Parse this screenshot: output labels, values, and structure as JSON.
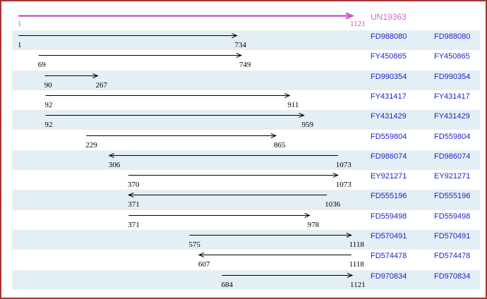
{
  "colors": {
    "frame_border": "#a93333",
    "stripe_fill": "#e3eff4",
    "reference_arrow": "#c45fc4",
    "reference_text": "#c86fc8",
    "reference_pos_text": "#b75ab7",
    "alignment_arrow": "#000000",
    "accession_link": "#2222cc",
    "position_text": "#000000"
  },
  "chart_data": {
    "type": "bar",
    "subtype": "horizontal-interval-spans",
    "title": "",
    "x_range": [
      1,
      1121
    ],
    "grid": false,
    "reference": {
      "name": "UN19363",
      "start": 1,
      "end": 1121,
      "start_label": "1",
      "end_label": "1121",
      "direction": "forward"
    },
    "series": [
      {
        "name": "FD988080",
        "start": 1,
        "end": 734,
        "direction": "forward"
      },
      {
        "name": "FY450865",
        "start": 69,
        "end": 749,
        "direction": "forward"
      },
      {
        "name": "FD990354",
        "start": 90,
        "end": 267,
        "direction": "forward"
      },
      {
        "name": "FY431417",
        "start": 92,
        "end": 911,
        "direction": "forward"
      },
      {
        "name": "FY431429",
        "start": 92,
        "end": 959,
        "direction": "forward"
      },
      {
        "name": "FD559804",
        "start": 229,
        "end": 865,
        "direction": "forward"
      },
      {
        "name": "FD986074",
        "start": 306,
        "end": 1073,
        "direction": "reverse"
      },
      {
        "name": "EY921271",
        "start": 370,
        "end": 1073,
        "direction": "forward"
      },
      {
        "name": "FD555196",
        "start": 371,
        "end": 1036,
        "direction": "reverse"
      },
      {
        "name": "FD559498",
        "start": 371,
        "end": 978,
        "direction": "forward"
      },
      {
        "name": "FD570491",
        "start": 575,
        "end": 1118,
        "direction": "forward"
      },
      {
        "name": "FD574478",
        "start": 607,
        "end": 1118,
        "direction": "reverse"
      },
      {
        "name": "FD970834",
        "start": 684,
        "end": 1121,
        "direction": "forward"
      }
    ]
  }
}
